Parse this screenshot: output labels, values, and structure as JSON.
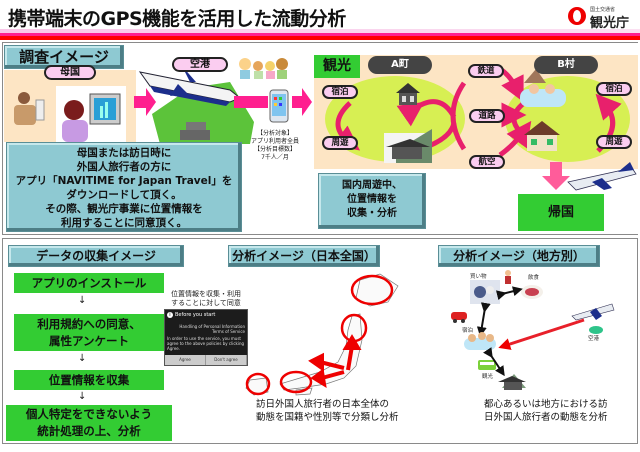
{
  "header": {
    "title": "携帯端末のGPS機能を活用した流動分析",
    "logo": {
      "ministry": "国土交通省",
      "agency": "観光庁"
    },
    "colors": {
      "stripe_pink": "#fbd3ee",
      "stripe_magenta": "#ff1f8f",
      "stripe_red": "#ff0000"
    }
  },
  "survey": {
    "label": "調査イメージ",
    "home_country": "母国",
    "airport": "空港",
    "target_note": [
      "【分析対象】",
      "アプリ利用者全員",
      "【分析目標数】",
      "7千人／月"
    ],
    "description": [
      "母国または訪日時に",
      "外国人旅行者の方に",
      "アプリ「NAVITIME for Japan Travel」を",
      "ダウンロードして頂く。",
      "その際、観光庁事業に位置情報を",
      "利用することに同意頂く。"
    ]
  },
  "tourism": {
    "label": "観光",
    "town_a": "A町",
    "village_b": "B村",
    "stay": "宿泊",
    "tour": "周遊",
    "transport": {
      "rail": "鉄道",
      "road": "道路",
      "air": "航空"
    },
    "domestic_desc": [
      "国内周遊中、",
      "位置情報を",
      "収集・分析"
    ],
    "return_home": "帰国"
  },
  "data_collection": {
    "label": "データの収集イメージ",
    "steps": [
      [
        "アプリのインストール"
      ],
      [
        "利用規約への同意、",
        "属性アンケート"
      ],
      [
        "位置情報を収集"
      ],
      [
        "個人特定をできないよう",
        "統計処理の上、分析"
      ]
    ],
    "consent_caption": [
      "位置情報を収集・利用",
      "することに対して同意"
    ],
    "dialog": {
      "title": "Before you start",
      "link1": "Handling of Personal Information",
      "link2": "Terms of Service",
      "body": "In order to use the service, you must agree to the above policies by clicking Agree.",
      "agree": "Agree",
      "disagree": "Don't agree"
    }
  },
  "national_analysis": {
    "label": "分析イメージ（日本全国）",
    "caption": [
      "訪日外国人旅行者の日本全体の",
      "動態を国籍や性別等で分類し分析"
    ]
  },
  "regional_analysis": {
    "label": "分析イメージ（地方別）",
    "nodes": {
      "shopping": "買い物",
      "dining": "飲食",
      "lodging": "宿泊",
      "airport": "空港",
      "sightseeing": "観光"
    },
    "caption": [
      "都心あるいは地方における訪",
      "日外国人旅行者の動態を分析"
    ]
  }
}
